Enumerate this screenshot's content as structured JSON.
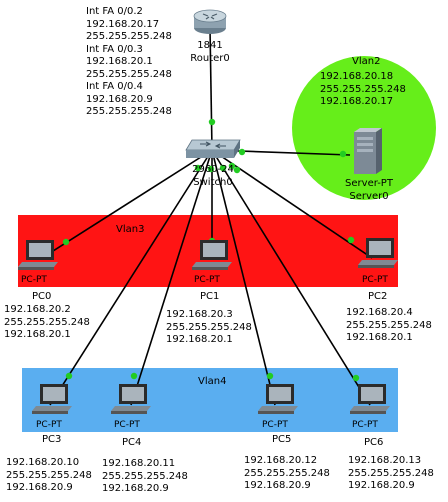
{
  "router": {
    "name": "Router0",
    "model": "1841",
    "interfaces_text": "Int FA 0/0.2\n192.168.20.17\n255.255.255.248\nInt FA 0/0.3\n192.168.20.1\n255.255.255.248\nInt FA 0/0.4\n192.168.20.9\n255.255.255.248"
  },
  "switch": {
    "model": "2960-24",
    "name": "Switch0"
  },
  "server": {
    "type": "Server-PT",
    "name": "Server0",
    "config_text": "192.168.20.18\n255.255.255.248\n192.168.20.17"
  },
  "vlans": [
    {
      "name": "Vlan2",
      "color": "#66ee1a"
    },
    {
      "name": "Vlan3",
      "color": "#ff1414"
    },
    {
      "name": "Vlan4",
      "color": "#5aaef0"
    }
  ],
  "pcs": [
    {
      "type": "PC-PT",
      "name": "PC0",
      "config_text": "192.168.20.2\n255.255.255.248\n192.168.20.1"
    },
    {
      "type": "PC-PT",
      "name": "PC1",
      "config_text": "192.168.20.3\n255.255.255.248\n192.168.20.1"
    },
    {
      "type": "PC-PT",
      "name": "PC2",
      "config_text": "192.168.20.4\n255.255.255.248\n192.168.20.1"
    },
    {
      "type": "PC-PT",
      "name": "PC3",
      "config_text": "192.168.20.10\n255.255.255.248\n192.168.20.9"
    },
    {
      "type": "PC-PT",
      "name": "PC4",
      "config_text": "192.168.20.11\n255.255.255.248\n192.168.20.9"
    },
    {
      "type": "PC-PT",
      "name": "PC5",
      "config_text": "192.168.20.12\n255.255.255.248\n192.168.20.9"
    },
    {
      "type": "PC-PT",
      "name": "PC6",
      "config_text": "192.168.20.13\n255.255.255.248\n192.168.20.9"
    }
  ],
  "link_color": "#000000",
  "port_color": "#22cc22"
}
